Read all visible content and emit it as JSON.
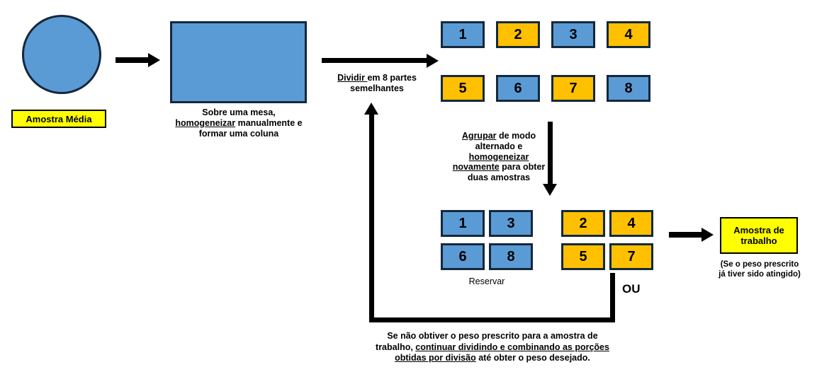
{
  "diagram": {
    "title": "Fluxograma de quarteamento de amostra",
    "colors": {
      "blue_fill": "#5B9BD5",
      "amber_fill": "#FFC000",
      "yellow_fill": "#FFFF00",
      "shape_border": "#14283C",
      "connector": "#000000"
    },
    "start": {
      "shape_name": "circle",
      "label": "Amostra  Média"
    },
    "pile": {
      "shape_name": "rectangle",
      "caption_line1": "Sobre uma mesa,",
      "caption_line2_underlined": "homogeneizar",
      "caption_line2_rest": " manualmente e",
      "caption_line3": "formar uma coluna"
    },
    "divide_step": {
      "label_underlined": "Dividir ",
      "label_rest": " em 8 partes",
      "label_line2": "semelhantes"
    },
    "eight_parts": {
      "row1": [
        {
          "number": "1",
          "color": "blue"
        },
        {
          "number": "2",
          "color": "amber"
        },
        {
          "number": "3",
          "color": "blue"
        },
        {
          "number": "4",
          "color": "amber"
        }
      ],
      "row2": [
        {
          "number": "5",
          "color": "amber"
        },
        {
          "number": "6",
          "color": "blue"
        },
        {
          "number": "7",
          "color": "amber"
        },
        {
          "number": "8",
          "color": "blue"
        }
      ]
    },
    "group_step": {
      "line1_underlined": "Agrupar",
      "line1_rest": " de modo",
      "line2": "alternado e",
      "line3_underlined": "homogeneizar",
      "line4_underlined": "novamente",
      "line4_rest": " para obter",
      "line5": "duas amostras"
    },
    "reserve_group": {
      "boxes": [
        {
          "number": "1",
          "color": "blue"
        },
        {
          "number": "3",
          "color": "blue"
        },
        {
          "number": "6",
          "color": "blue"
        },
        {
          "number": "8",
          "color": "blue"
        }
      ],
      "caption": "Reservar"
    },
    "work_group": {
      "boxes": [
        {
          "number": "2",
          "color": "amber"
        },
        {
          "number": "4",
          "color": "amber"
        },
        {
          "number": "5",
          "color": "amber"
        },
        {
          "number": "7",
          "color": "amber"
        }
      ]
    },
    "or_label": "OU",
    "result": {
      "label_line1": "Amostra de",
      "label_line2": "trabalho",
      "note_line1": "(Se o peso prescrito",
      "note_line2": "já tiver sido atingido)"
    },
    "loop_note": {
      "line1": "Se não obtiver o peso prescrito para a amostra de",
      "line2_pre": "trabalho, ",
      "line2_underlined": "continuar dividindo  e combinando as porções",
      "line3_underlined": "obtidas por divisão",
      "line3_rest": " até obter o peso desejado."
    }
  }
}
